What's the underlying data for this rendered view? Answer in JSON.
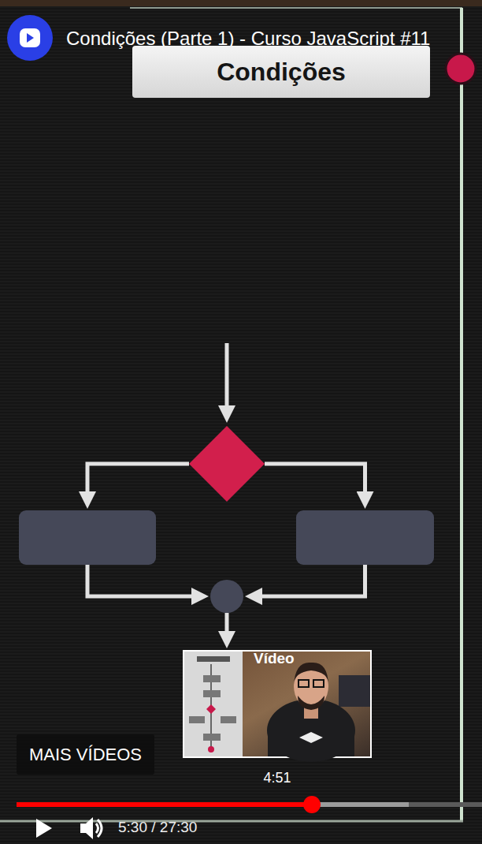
{
  "diagram": {
    "title": "Condições (Parte 1) - Curso JavaScript #11",
    "nodes": [
      {
        "text": [
          "Condições"
        ]
      },
      {
        "text": []
      },
      {
        "text": []
      },
      {
        "text": []
      },
      {
        "text": []
      },
      {
        "text": [
          "MAIS VÍDEOS"
        ]
      }
    ],
    "edges": [
      {
        "from": 1,
        "to": 2,
        "arrow": "to"
      },
      {
        "from": 1,
        "to": 3,
        "arrow": "to"
      },
      {
        "from": 2,
        "to": 4,
        "arrow": "to"
      },
      {
        "from": 3,
        "to": 4,
        "arrow": "to"
      }
    ],
    "labels": [
      "Vídeo",
      "4:51",
      "5:30 / 27:30"
    ]
  }
}
